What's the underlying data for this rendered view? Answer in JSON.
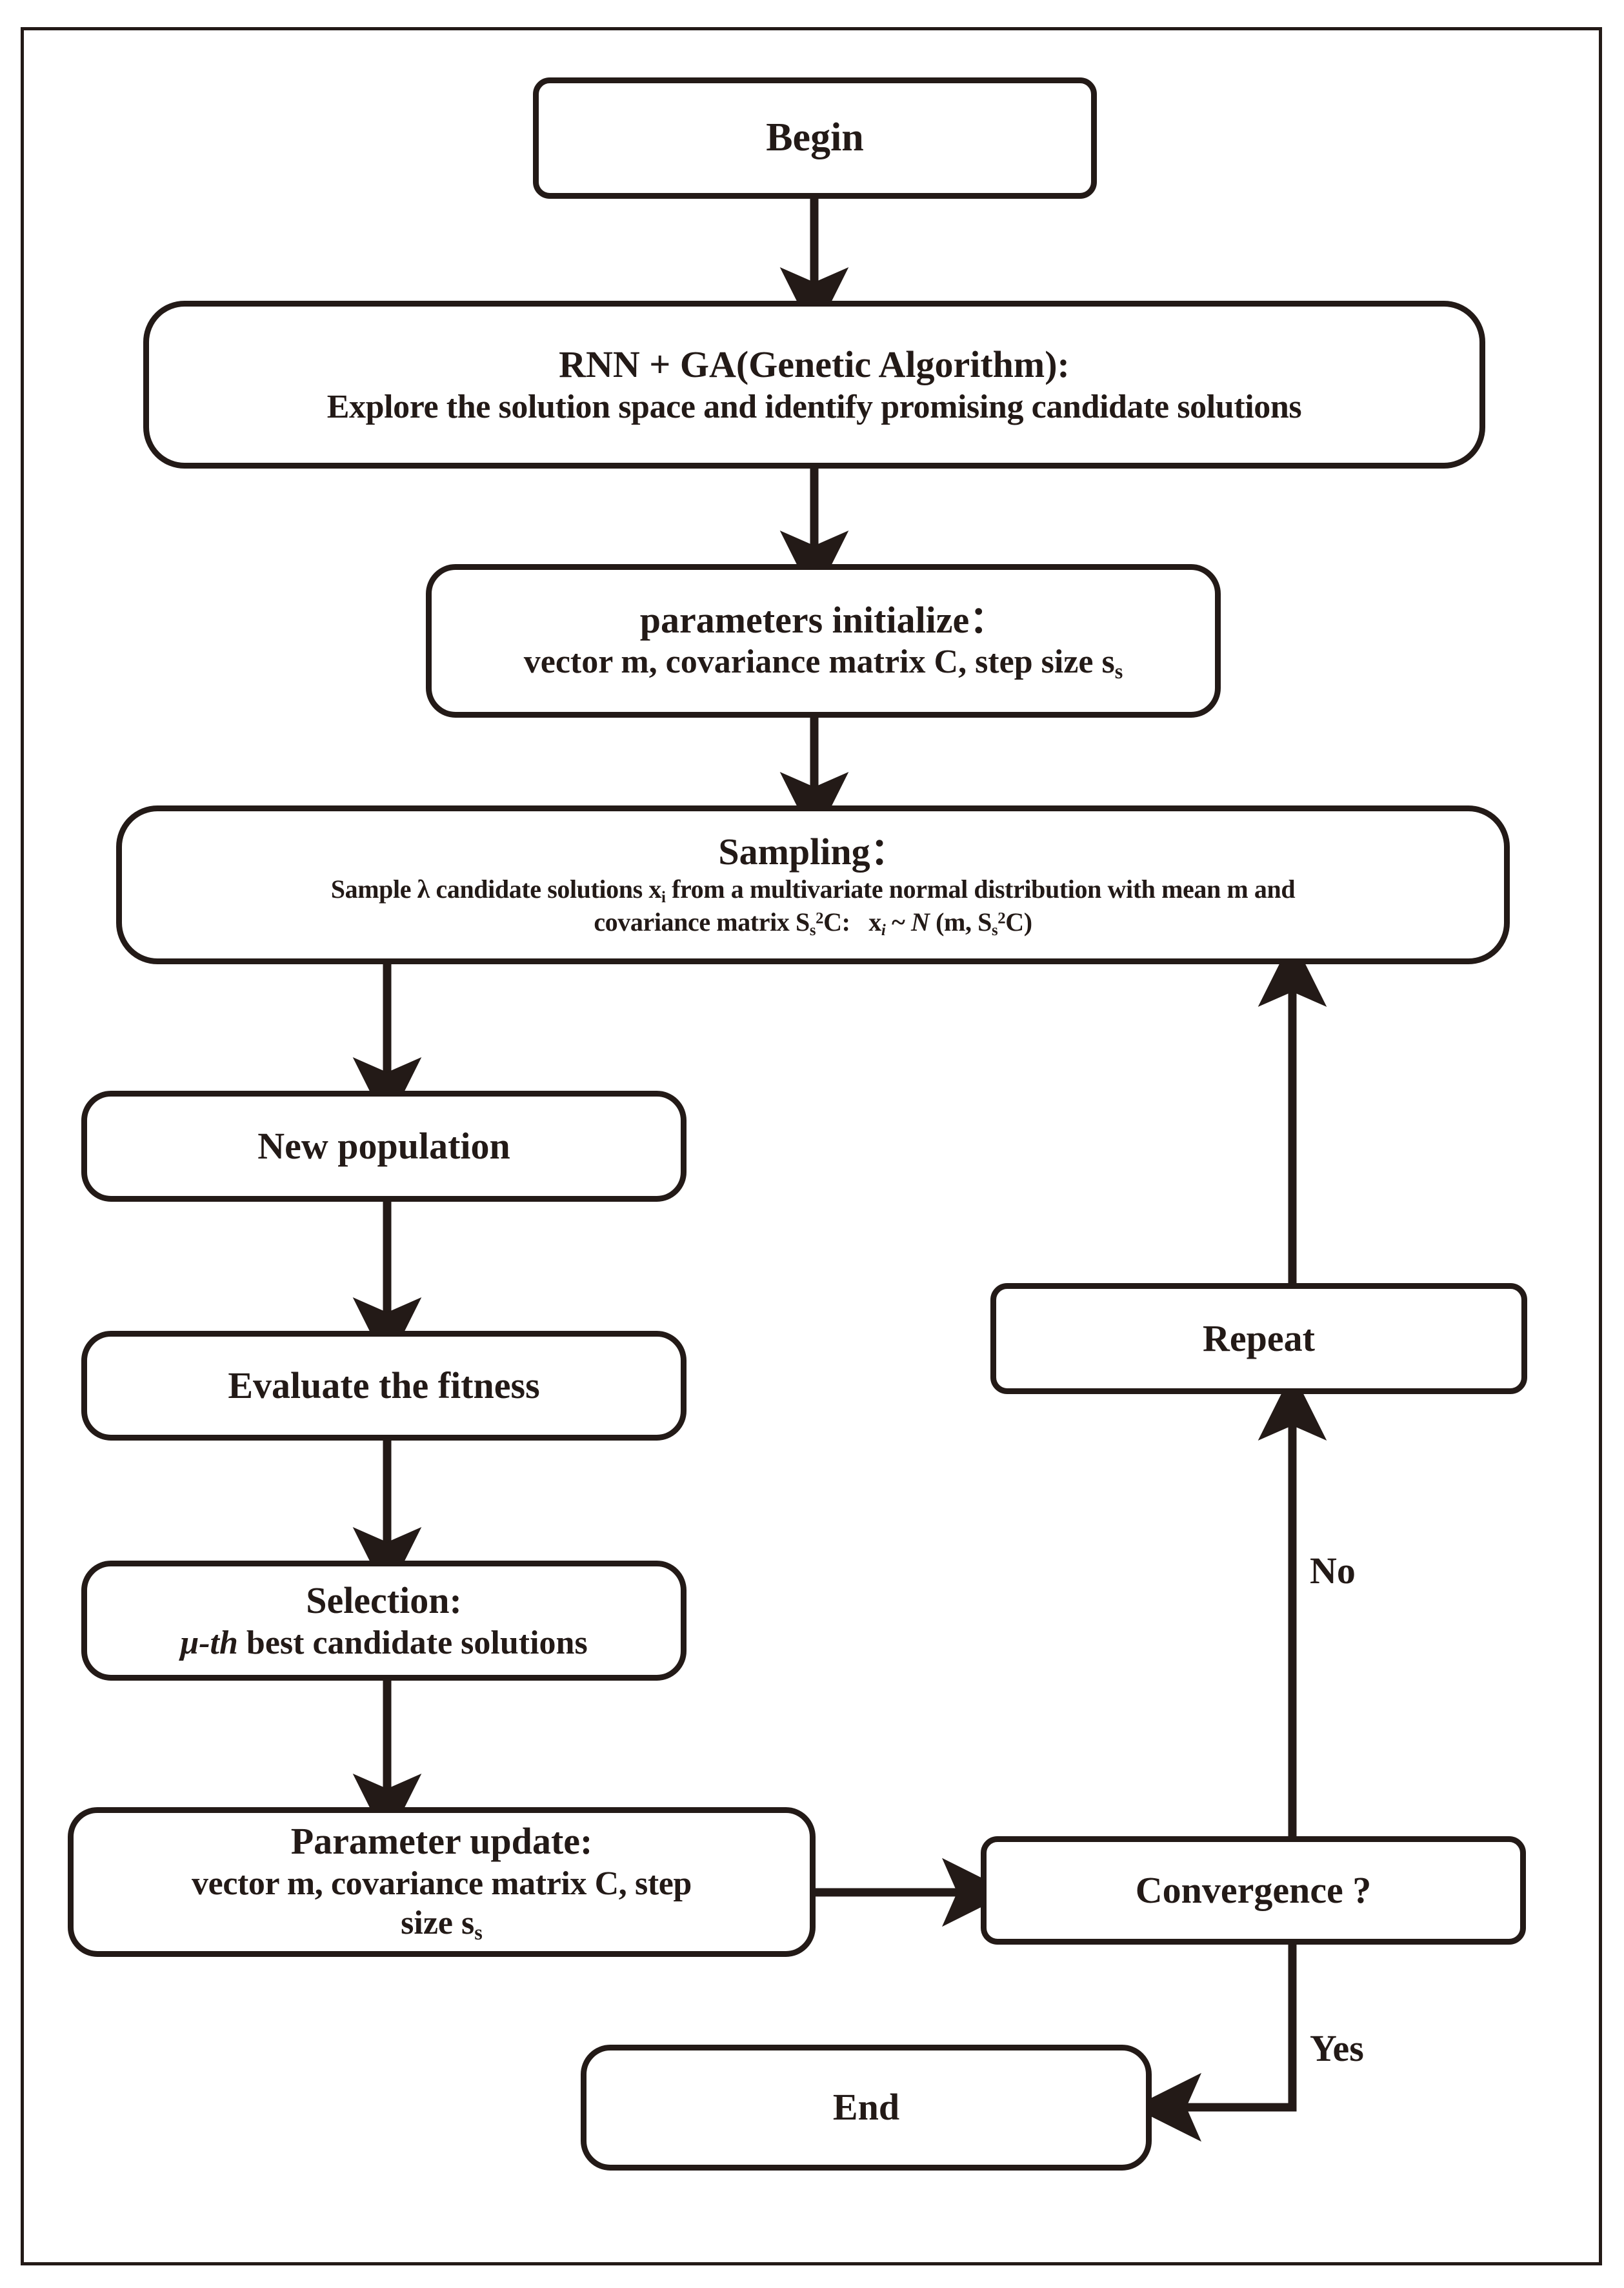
{
  "diagram": {
    "title": "CMA-ES optimization flowchart",
    "stroke_color": "#231a17",
    "background_color": "#ffffff",
    "frame": "outer-rectangle-border"
  },
  "nodes": {
    "begin": {
      "label": "Begin"
    },
    "rnn_ga": {
      "line1": "RNN + GA(Genetic Algorithm):",
      "line2": "Explore the solution space and identify promising candidate solutions"
    },
    "params_init": {
      "line1": "parameters initialize：",
      "line2_pre": "vector m, covariance matrix C, step size s",
      "line2_sub": "s"
    },
    "sampling": {
      "line1": "Sampling：",
      "line2_a": "Sample λ candidate solutions x",
      "line2_sub": "i",
      "line2_b": " from a multivariate normal distribution with mean m and",
      "line3_a": "covariance matrix S",
      "line3_sub1": "s",
      "line3_sup1": "2",
      "line3_b": "C:   x",
      "line3_sub2": "i",
      "line3_c": " ~ ",
      "line3_n": "N",
      "line3_d": " (m, S",
      "line3_sub3": "s",
      "line3_sup2": "2",
      "line3_e": "C)"
    },
    "new_population": {
      "label": "New population"
    },
    "evaluate": {
      "label": "Evaluate the fitness"
    },
    "selection": {
      "line1": "Selection:",
      "line2_mu": "μ-th",
      "line2_rest": " best candidate solutions"
    },
    "param_update": {
      "line1": "Parameter update:",
      "line2": "vector m,  covariance matrix C, step",
      "line3_pre": "size s",
      "line3_sub": "s"
    },
    "repeat": {
      "label": "Repeat"
    },
    "convergence": {
      "label": "Convergence ?"
    },
    "end": {
      "label": "End"
    }
  },
  "edge_labels": {
    "no": "No",
    "yes": "Yes"
  },
  "flow": [
    {
      "from": "begin",
      "to": "rnn_ga",
      "label": ""
    },
    {
      "from": "rnn_ga",
      "to": "params_init",
      "label": ""
    },
    {
      "from": "params_init",
      "to": "sampling",
      "label": ""
    },
    {
      "from": "sampling",
      "to": "new_population",
      "label": ""
    },
    {
      "from": "new_population",
      "to": "evaluate",
      "label": ""
    },
    {
      "from": "evaluate",
      "to": "selection",
      "label": ""
    },
    {
      "from": "selection",
      "to": "param_update",
      "label": ""
    },
    {
      "from": "param_update",
      "to": "convergence",
      "label": ""
    },
    {
      "from": "convergence",
      "to": "repeat",
      "label": "No"
    },
    {
      "from": "repeat",
      "to": "sampling",
      "label": ""
    },
    {
      "from": "convergence",
      "to": "end",
      "label": "Yes"
    }
  ]
}
